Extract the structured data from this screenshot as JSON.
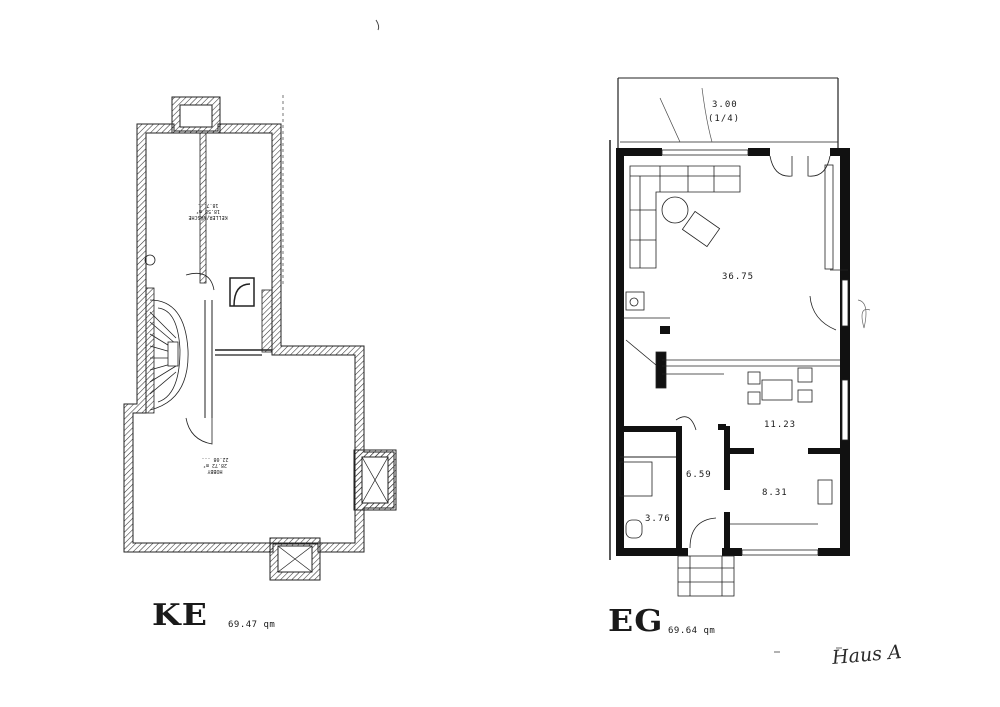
{
  "sheet": {
    "house_label": "Haus A"
  },
  "plans": [
    {
      "id": "KE",
      "code": "KE",
      "total_area": "69.47 qm",
      "rooms": [
        {
          "name": "KELLER/WÄSCHE",
          "area": "18.58 m²",
          "extra": "18.7..."
        },
        {
          "name": "HOBBY",
          "area": "28.72 m²",
          "extra": "22.08 ..."
        }
      ]
    },
    {
      "id": "EG",
      "code": "EG",
      "total_area": "69.64 qm",
      "dimension": {
        "width": "3.00",
        "ratio": "(1/4)"
      },
      "rooms": [
        {
          "area": "36.75"
        },
        {
          "area": "11.23"
        },
        {
          "area": "6.59"
        },
        {
          "area": "8.31"
        },
        {
          "area": "3.76"
        }
      ]
    }
  ]
}
